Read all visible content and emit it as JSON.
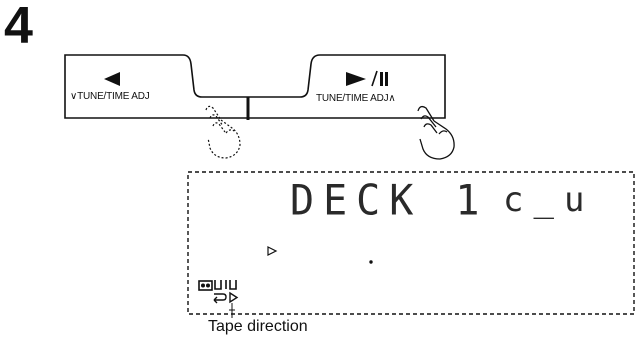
{
  "step_number": "4",
  "buttons": {
    "left": {
      "arrow": "◄",
      "caption": "∨TUNE/TIME ADJ"
    },
    "right": {
      "arrow": "►/II",
      "caption": "TUNE/TIME ADJ∧"
    }
  },
  "display": {
    "deck_text": "DECK 1",
    "mode_text": "c_u",
    "tape_direction_caption": "Tape direction"
  },
  "icons": {
    "left_arrow": "left-triangle-icon",
    "play_pause": "play-pause-icon",
    "hand": "pointing-hand-icon",
    "tape": "cassette-icon",
    "direction": "tape-direction-icon"
  }
}
